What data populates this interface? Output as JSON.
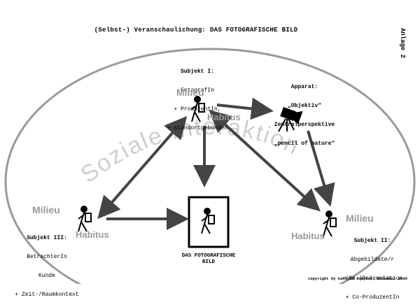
{
  "title": "(Selbst-) Veranschaulichung: DAS FOTOGRAFISCHE BILD",
  "sidebar_label": "Anlage 2",
  "subjekt1": {
    "heading": "Subjekt I:",
    "lines": [
      "FotografIn",
      "+ ProduzentIn,",
      "+ standortgebunden"
    ],
    "milieu": "Milieu",
    "habitus": "Habitus"
  },
  "apparat": {
    "heading": "Apparat:",
    "lines": [
      "„Objektiv“",
      "Zentralperspektive",
      "„pencil of nature“"
    ]
  },
  "subjekt3": {
    "milieu": "Milieu",
    "heading": "Subjekt III:",
    "lines": [
      "BetrachterIn",
      "Kunde",
      "+ Zeit-/Raumkontext"
    ],
    "habitus": "Habitus"
  },
  "subjekt2": {
    "milieu": "Milieu",
    "heading": "Subjekt II:",
    "lines": [
      "Abgebildete/r",
      "+(Re-)Präsentation",
      "+ Co-ProduzentIn"
    ],
    "habitus": "Habitus"
  },
  "center_label": [
    "DAS FOTOGRAFISCHE",
    "BILD"
  ],
  "arc_text": "Soziale Interaktion",
  "copyright": "copyright by kathrin doepner, November 2009",
  "colors": {
    "ellipse": "#9a9a9a",
    "arc_text": "#c8c8c8",
    "label_gray": "#9a9a9a",
    "ink": "#000000"
  }
}
